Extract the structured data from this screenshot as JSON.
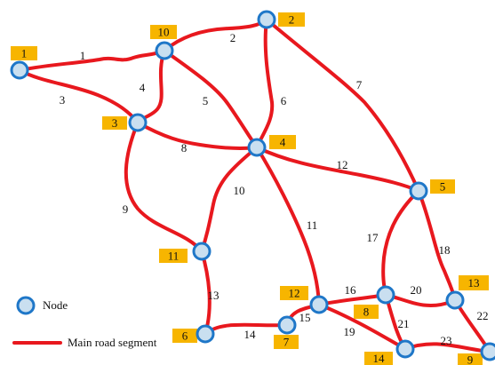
{
  "colors": {
    "road": "#e8181e",
    "node_fill": "#c9dff0",
    "node_stroke": "#1f77c8",
    "label_box": "#f7b500"
  },
  "nodes": [
    {
      "id": "1",
      "label": "1"
    },
    {
      "id": "2",
      "label": "2"
    },
    {
      "id": "3",
      "label": "3"
    },
    {
      "id": "4",
      "label": "4"
    },
    {
      "id": "5",
      "label": "5"
    },
    {
      "id": "6",
      "label": "6"
    },
    {
      "id": "7",
      "label": "7"
    },
    {
      "id": "8",
      "label": "8"
    },
    {
      "id": "9",
      "label": "9"
    },
    {
      "id": "10",
      "label": "10"
    },
    {
      "id": "11",
      "label": "11"
    },
    {
      "id": "12",
      "label": "12"
    },
    {
      "id": "13",
      "label": "13"
    },
    {
      "id": "14",
      "label": "14"
    }
  ],
  "segments": [
    {
      "id": "1",
      "label": "1",
      "from": "1",
      "to": "10"
    },
    {
      "id": "2",
      "label": "2",
      "from": "10",
      "to": "2"
    },
    {
      "id": "3",
      "label": "3",
      "from": "1",
      "to": "3"
    },
    {
      "id": "4",
      "label": "4",
      "from": "10",
      "to": "3"
    },
    {
      "id": "5",
      "label": "5",
      "from": "10",
      "to": "4"
    },
    {
      "id": "6",
      "label": "6",
      "from": "2",
      "to": "4"
    },
    {
      "id": "7",
      "label": "7",
      "from": "2",
      "to": "5"
    },
    {
      "id": "8",
      "label": "8",
      "from": "3",
      "to": "4"
    },
    {
      "id": "9",
      "label": "9",
      "from": "3",
      "to": "11"
    },
    {
      "id": "10",
      "label": "10",
      "from": "4",
      "to": "11"
    },
    {
      "id": "11",
      "label": "11",
      "from": "4",
      "to": "12"
    },
    {
      "id": "12",
      "label": "12",
      "from": "4",
      "to": "5"
    },
    {
      "id": "13",
      "label": "13",
      "from": "11",
      "to": "6"
    },
    {
      "id": "14",
      "label": "14",
      "from": "6",
      "to": "7"
    },
    {
      "id": "15",
      "label": "15",
      "from": "7",
      "to": "12"
    },
    {
      "id": "16",
      "label": "16",
      "from": "12",
      "to": "8"
    },
    {
      "id": "17",
      "label": "17",
      "from": "5",
      "to": "8"
    },
    {
      "id": "18",
      "label": "18",
      "from": "5",
      "to": "13"
    },
    {
      "id": "19",
      "label": "19",
      "from": "12",
      "to": "14"
    },
    {
      "id": "20",
      "label": "20",
      "from": "8",
      "to": "13"
    },
    {
      "id": "21",
      "label": "21",
      "from": "8",
      "to": "14"
    },
    {
      "id": "22",
      "label": "22",
      "from": "13",
      "to": "9"
    },
    {
      "id": "23",
      "label": "23",
      "from": "14",
      "to": "9"
    }
  ],
  "legend": {
    "node_label": "Node",
    "road_label": "Main road segment"
  }
}
